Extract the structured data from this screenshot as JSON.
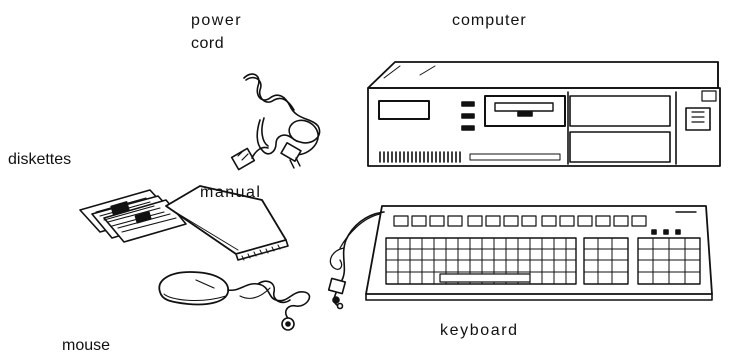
{
  "labels": {
    "power_line1": "power",
    "power_line2": "cord",
    "computer": "computer",
    "diskettes": "diskettes",
    "manual": "manual",
    "keyboard": "keyboard",
    "mouse": "mouse"
  },
  "colors": {
    "ink": "#111111",
    "paper": "#ffffff"
  }
}
